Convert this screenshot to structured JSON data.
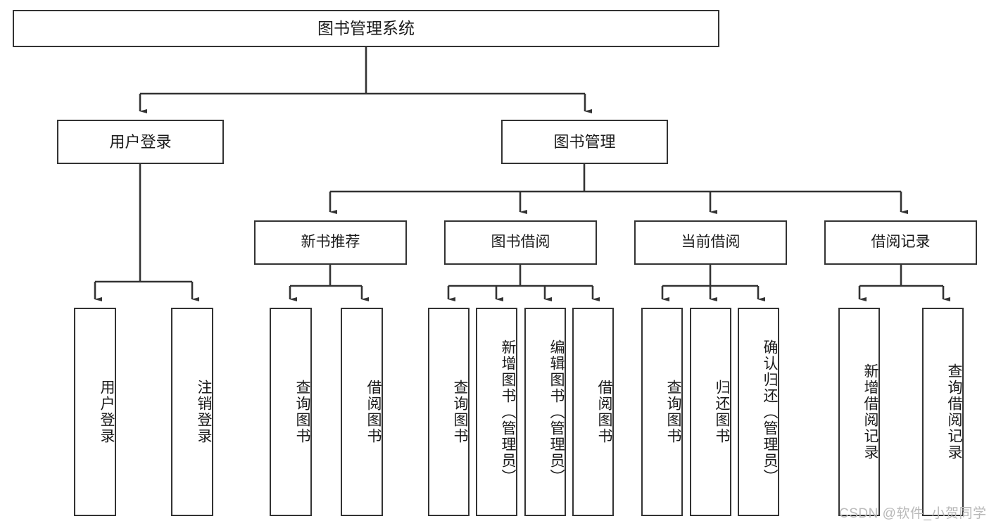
{
  "diagram": {
    "type": "tree",
    "title": "图书管理系统",
    "orientation": "top-down",
    "colors": {
      "box_border": "#333333",
      "box_fill": "#ffffff",
      "connector": "#333333",
      "text": "#1a1a1a",
      "watermark": "#b9b9b9",
      "background": "#ffffff"
    },
    "root": {
      "label": "图书管理系统",
      "level": 0
    },
    "level1": [
      {
        "label": "用户登录"
      },
      {
        "label": "图书管理"
      }
    ],
    "level2": [
      {
        "label": "新书推荐",
        "parent": "图书管理"
      },
      {
        "label": "图书借阅",
        "parent": "图书管理"
      },
      {
        "label": "当前借阅",
        "parent": "图书管理"
      },
      {
        "label": "借阅记录",
        "parent": "图书管理"
      }
    ],
    "leaves": {
      "user_login": [
        {
          "label": "用户登录"
        },
        {
          "label": "注销登录"
        }
      ],
      "new_book_recommend": [
        {
          "label": "查询图书"
        },
        {
          "label": "借阅图书"
        }
      ],
      "book_borrow": [
        {
          "label": "查询图书"
        },
        {
          "label": "新增图书（管理员）"
        },
        {
          "label": "编辑图书（管理员）"
        },
        {
          "label": "借阅图书"
        }
      ],
      "current_borrow": [
        {
          "label": "查询图书"
        },
        {
          "label": "归还图书"
        },
        {
          "label": "确认归还（管理员）"
        }
      ],
      "borrow_record": [
        {
          "label": "新增借阅记录"
        },
        {
          "label": "查询借阅记录"
        }
      ]
    }
  },
  "watermark": {
    "text": "CSDN @软件_小贺同学"
  }
}
